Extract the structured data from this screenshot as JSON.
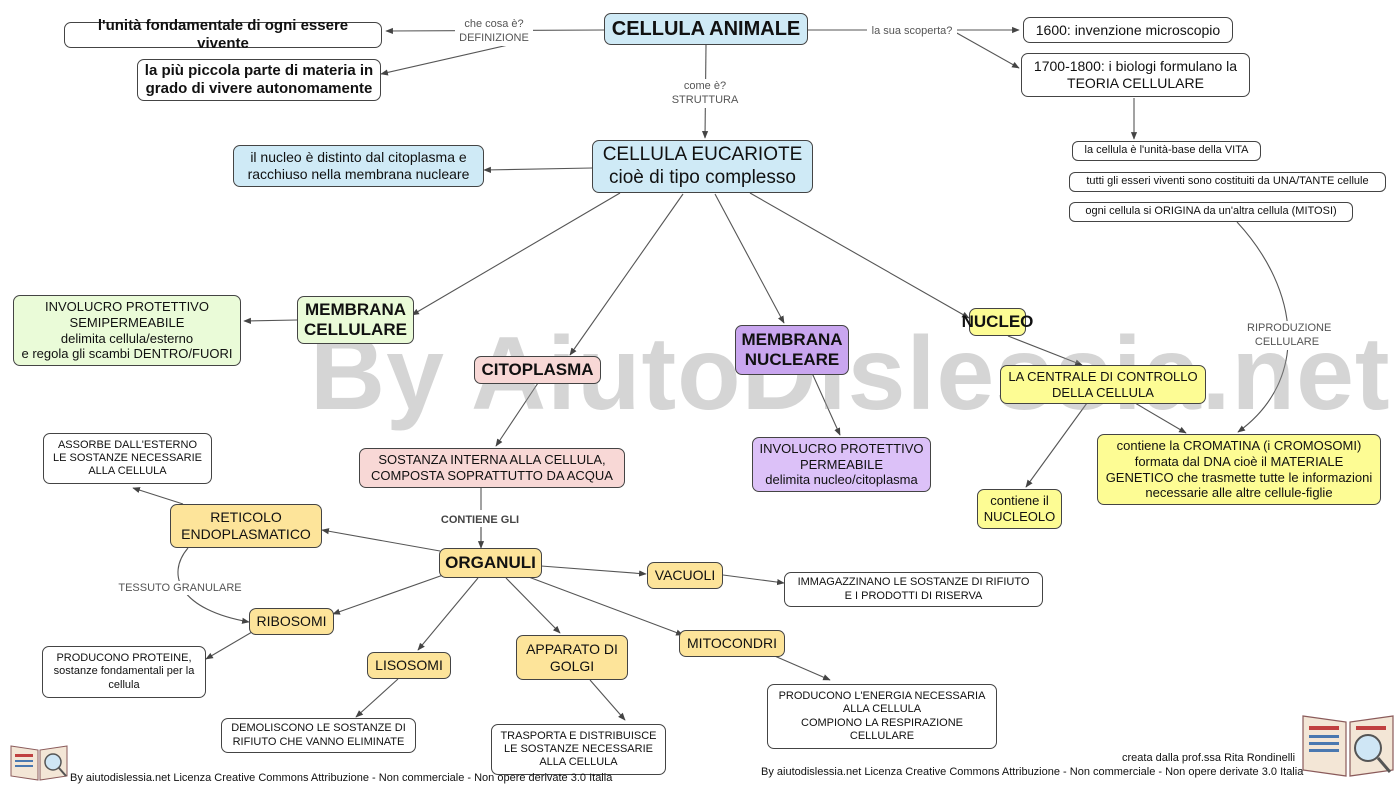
{
  "nodes": {
    "cellula_animale": "CELLULA ANIMALE",
    "definizione_1": "l'unità fondamentale di ogni essere vivente",
    "definizione_2": "la più piccola parte di materia in\ngrado di vivere autonomamente",
    "scoperta_1": "1600: invenzione microscopio",
    "scoperta_2": "1700-1800: i biologi formulano la\nTEORIA CELLULARE",
    "teoria_1": "la cellula è l'unità-base della VITA",
    "teoria_2": "tutti gli esseri viventi sono costituiti da UNA/TANTE cellule",
    "teoria_3": "ogni cellula si ORIGINA da un'altra cellula (MITOSI)",
    "eucariote": "CELLULA EUCARIOTE\ncioè di tipo complesso",
    "nucleo_distinto": "il nucleo è distinto dal citoplasma e\nracchiuso nella membrana nucleare",
    "membrana_cellulare": "MEMBRANA\nCELLULARE",
    "involucro_semi": "INVOLUCRO PROTETTIVO\nSEMIPERMEABILE\ndelimita cellula/esterno\ne regola gli scambi DENTRO/FUORI",
    "citoplasma": "CITOPLASMA",
    "sostanza_interna": "SOSTANZA INTERNA ALLA CELLULA,\nCOMPOSTA SOPRATTUTTO DA ACQUA",
    "membrana_nucleare": "MEMBRANA\nNUCLEARE",
    "involucro_perm": "INVOLUCRO PROTETTIVO\nPERMEABILE\ndelimita nucleo/citoplasma",
    "nucleo": "NUCLEO",
    "centrale": "LA CENTRALE DI CONTROLLO\nDELLA CELLULA",
    "nucleolo": "contiene il\nNUCLEOLO",
    "cromatina": "contiene la CROMATINA (i CROMOSOMI)\nformata dal DNA cioè il MATERIALE\nGENETICO che trasmette tutte le informazioni\nnecessarie alle altre cellule-figlie",
    "organuli": "ORGANULI",
    "reticolo": "RETICOLO\nENDOPLASMATICO",
    "assorbe": "ASSORBE DALL'ESTERNO\nLE SOSTANZE NECESSARIE\nALLA CELLULA",
    "ribosomi": "RIBOSOMI",
    "producono_proteine": "PRODUCONO PROTEINE,\nsostanze fondamentali per la\ncellula",
    "lisosomi": "LISOSOMI",
    "demoliscono": "DEMOLISCONO LE SOSTANZE DI\nRIFIUTO CHE VANNO ELIMINATE",
    "golgi": "APPARATO DI\nGOLGI",
    "trasporta": "TRASPORTA E DISTRIBUISCE\nLE SOSTANZE NECESSARIE\nALLA CELLULA",
    "mitocondri": "MITOCONDRI",
    "energia": "PRODUCONO L'ENERGIA NECESSARIA\nALLA CELLULA\nCOMPIONO LA RESPIRAZIONE\nCELLULARE",
    "vacuoli": "VACUOLI",
    "immagazzinano": "IMMAGAZZINANO LE SOSTANZE DI RIFIUTO\nE I PRODOTTI DI RISERVA"
  },
  "labels": {
    "definizione": "che cosa è?\nDEFINIZIONE",
    "scoperta": "la sua scoperta?",
    "struttura": "come è?\nSTRUTTURA",
    "riproduzione": "RIPRODUZIONE\nCELLULARE",
    "contiene_gli": "CONTIENE GLI",
    "tessuto": "TESSUTO GRANULARE"
  },
  "watermark": "By AiutoDislessia.net",
  "credits": {
    "left": "By aiutodislessia.net Licenza Creative Commons Attribuzione - Non commerciale - Non opere derivate 3.0 Italia",
    "right_author": "creata dalla prof.ssa Rita Rondinelli",
    "right_license": "By aiutodislessia.net Licenza Creative  Commons Attribuzione - Non commerciale - Non opere derivate 3.0 Italia"
  },
  "colors": {
    "blue": "#cfeaf6",
    "green": "#eafbd8",
    "pink": "#f8d8d6",
    "purple": "#c9a6ef",
    "light_purple": "#dcc1f8",
    "yellow": "#fdfc94",
    "gold": "#fde49a",
    "line": "#444444"
  },
  "icons": [
    "book-logo-icon",
    "book-logo-icon"
  ]
}
